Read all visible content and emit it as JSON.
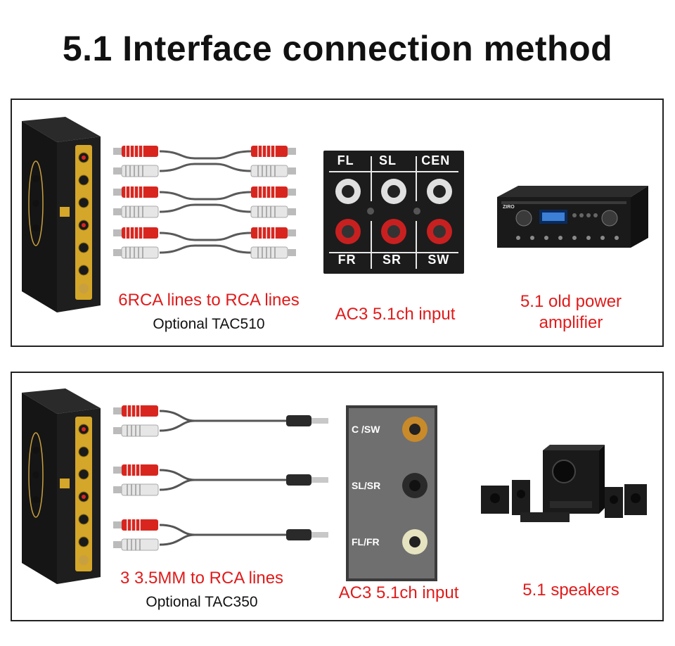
{
  "title": "5.1 Interface connection method",
  "panels": [
    {
      "cable_caption": "6RCA lines to RCA lines",
      "cable_subcaption": "Optional TAC510",
      "input_caption": "AC3 5.1ch input",
      "device_caption_line1": "5.1 old power",
      "device_caption_line2": "amplifier",
      "jack_labels_top": [
        "FL",
        "SL",
        "CEN"
      ],
      "jack_labels_bottom": [
        "FR",
        "SR",
        "SW"
      ],
      "amp_brand": "ZIRO"
    },
    {
      "cable_caption": "3 3.5MM to RCA lines",
      "cable_subcaption": "Optional TAC350",
      "input_caption": "AC3 5.1ch input",
      "device_caption": "5.1 speakers",
      "jack_labels": [
        "C /SW",
        "SL/SR",
        "FL/FR"
      ]
    }
  ],
  "colors": {
    "caption_red": "#e01b1b",
    "plug_red": "#d8261f",
    "plug_white": "#e6e6e6",
    "device_black": "#1b1b1b",
    "jack_gold": "#d4a62a"
  },
  "icons": [
    "decoder-box-image",
    "rca-cable-image",
    "aux-cable-image",
    "rca-jack-panel-image",
    "amplifier-image",
    "speaker-set-image"
  ]
}
